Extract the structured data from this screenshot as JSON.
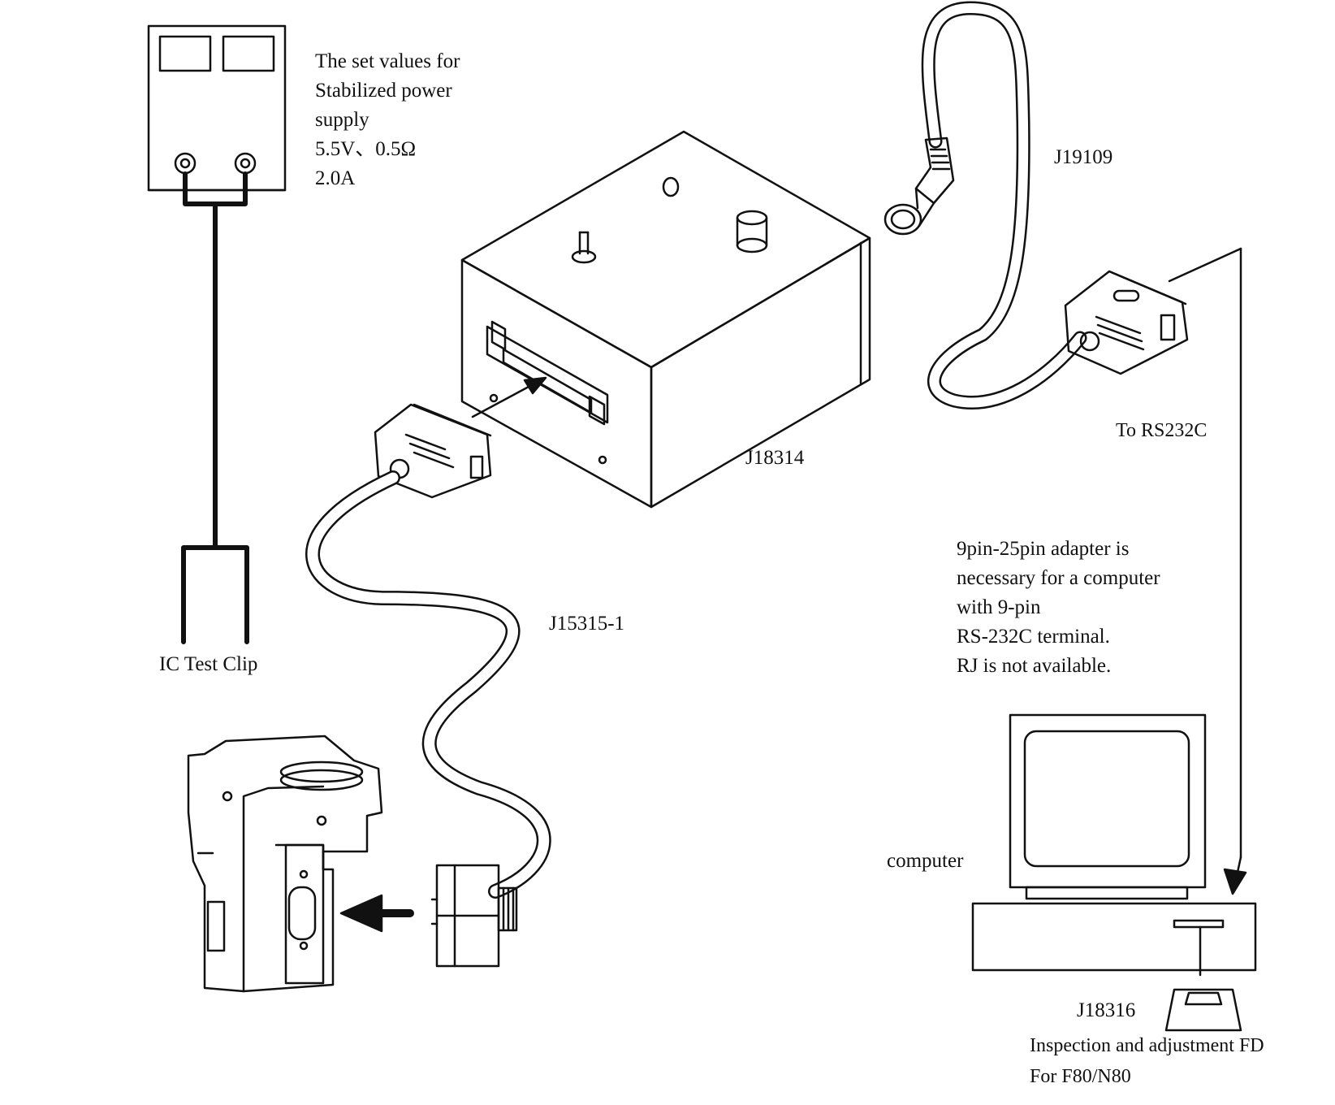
{
  "labels": {
    "power_note": [
      "The set values for",
      "Stabilized power",
      "supply",
      "5.5V、0.5Ω",
      "2.0A"
    ],
    "ic_test_clip": "IC Test Clip",
    "interface_box": "J18314",
    "camera_cable": "J15315-1",
    "rs232c_cable": "J19109",
    "to_rs232c": "To RS232C",
    "adapter_note": [
      "9pin-25pin adapter is",
      "necessary for a computer",
      "with 9-pin",
      "RS-232C terminal.",
      "RJ is not available."
    ],
    "computer": "computer",
    "floppy_code": "J18316",
    "floppy_desc": [
      "Inspection and adjustment FD",
      "For F80/N80"
    ]
  }
}
